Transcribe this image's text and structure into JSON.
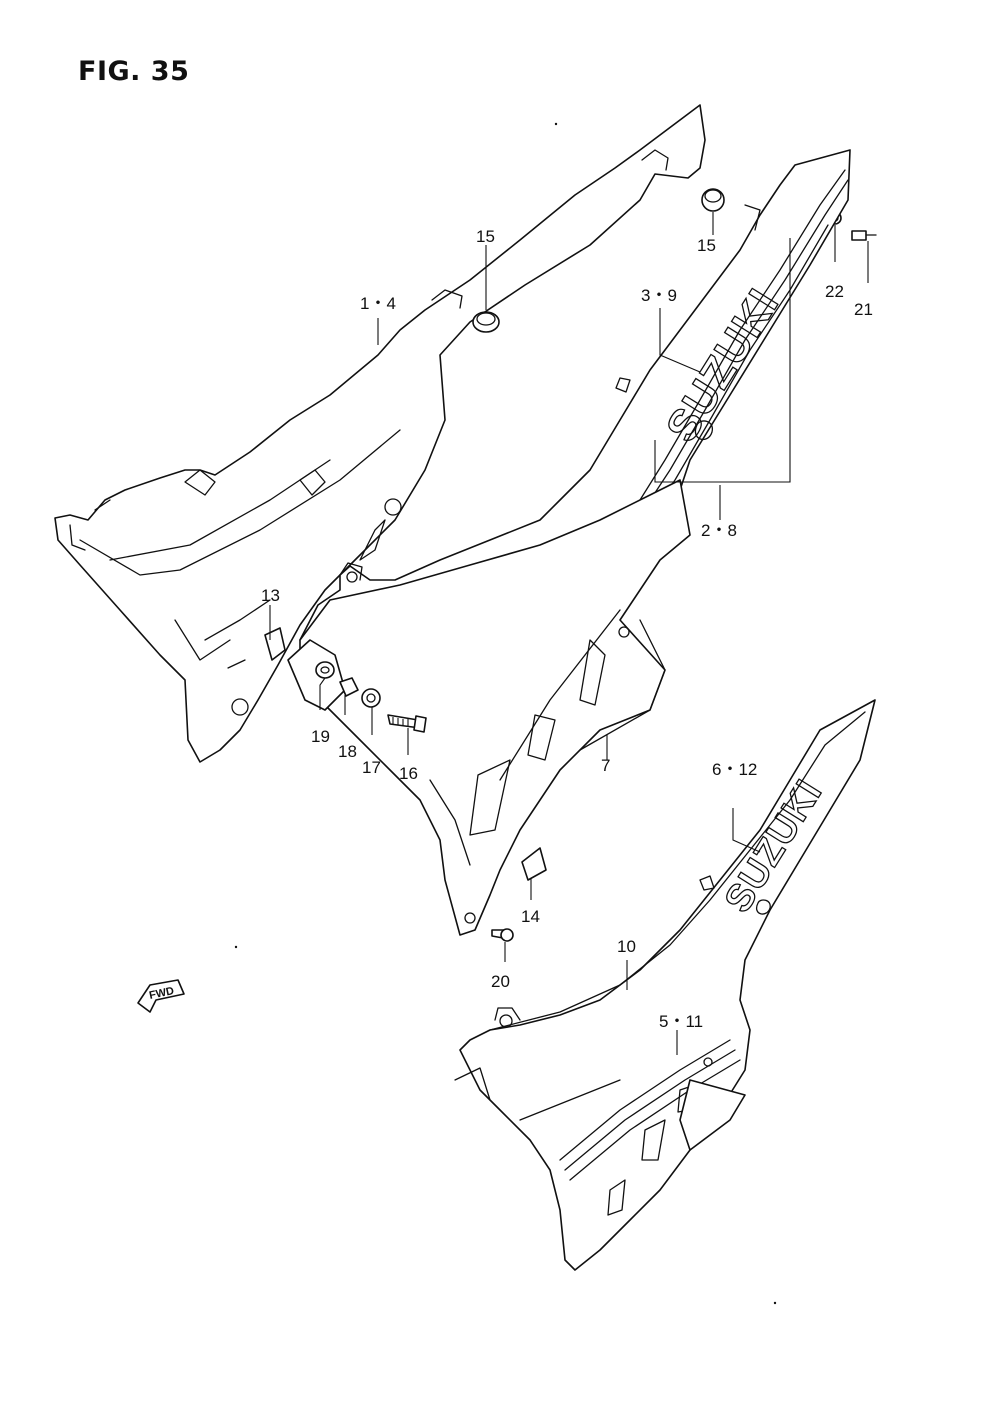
{
  "figure": {
    "title": "FIG. 35"
  },
  "brand_marks": {
    "upper": "SUZUKI",
    "lower": "SUZUKI"
  },
  "direction_arrow": {
    "label": "FWD"
  },
  "callouts": {
    "c1_4": "1・4",
    "c15a": "15",
    "c15b": "15",
    "c3_9": "3・9",
    "c22": "22",
    "c21": "21",
    "c2_8": "2・8",
    "c13": "13",
    "c19": "19",
    "c18": "18",
    "c17": "17",
    "c16": "16",
    "c7": "7",
    "c6_12": "6・12",
    "c14": "14",
    "c20": "20",
    "c10": "10",
    "c5_11": "5・11"
  }
}
